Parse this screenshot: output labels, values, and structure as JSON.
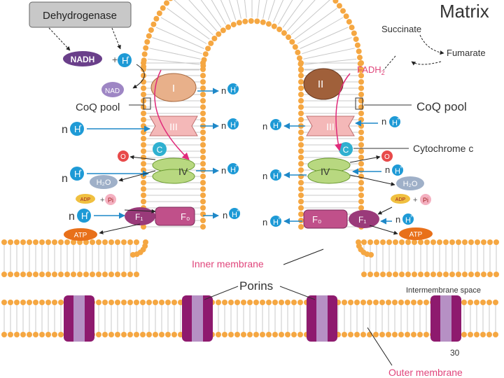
{
  "labels": {
    "dehydrogenase": "Dehydrogenase",
    "matrix": "Matrix",
    "succinate": "Succinate",
    "fumarate": "Fumarate",
    "nadh": "NADH",
    "plus": "+",
    "h_plus": "H",
    "h_sup": "+",
    "nad_plus": "NAD",
    "fadh2": "FADH",
    "fadh2_sub": "2",
    "coq_pool_left": "CoQ pool",
    "coq_pool_right": "CoQ pool",
    "cytochrome_c": "Cytochrome c",
    "n_h": "n",
    "complex_I": "I",
    "complex_II": "II",
    "complex_III": "III",
    "complex_IV": "IV",
    "cyt_c_letter": "C",
    "o2": "O",
    "h2o": "H₂O",
    "adp": "ADP",
    "pi": "Pi",
    "atp": "ATP",
    "f0": "F₀",
    "f1": "F₁",
    "inner_membrane": "Inner membrane",
    "porins": "Porins",
    "intermembrane_space": "Intermembrane space",
    "outer_membrane": "Outer membrane",
    "slide_number": "30"
  },
  "colors": {
    "lipid_head": "#f5a742",
    "lipid_tail": "#c8c8c8",
    "porin_dark": "#8e1a6e",
    "porin_light": "#b690c4",
    "complex_I": "#e8b08a",
    "complex_II": "#a0603a",
    "complex_III": "#f4b8b8",
    "complex_IV": "#b8d880",
    "cyt_c": "#2fb0d0",
    "h_ion": "#1e9ad6",
    "nadh": "#6a3f8a",
    "atp": "#e8701a",
    "f0": "#c0508a",
    "pink_label": "#e0457b",
    "arrow_blue": "#1e88c8",
    "arrow_pink": "#e02a7a",
    "dehydrogenase_box": "#c8c8c8"
  },
  "icons": {
    "h_ion": "circle-badge",
    "arrow": "line-arrow"
  }
}
